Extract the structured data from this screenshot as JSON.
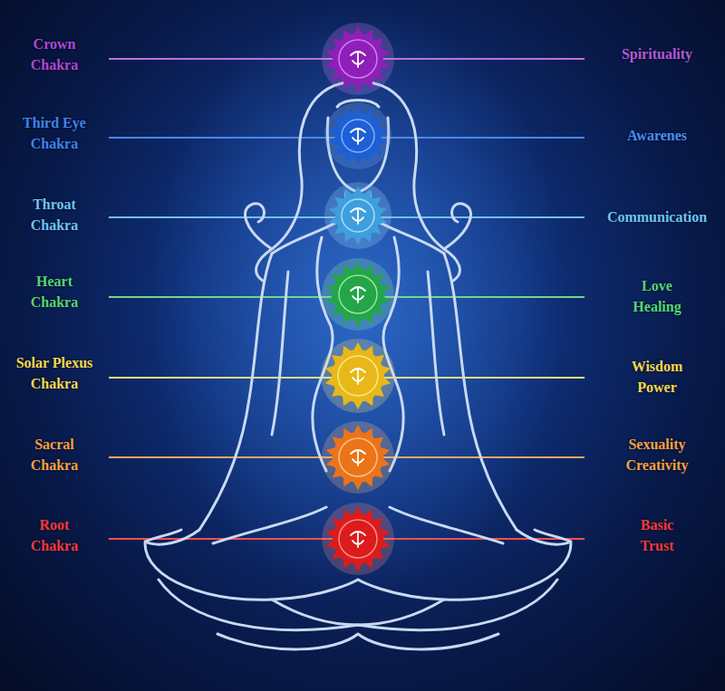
{
  "diagram": {
    "labels": [
      "Crown Chakra",
      "Spirituality",
      "Third Eye Chakra",
      "Awarenes",
      "Throat Chakra",
      "Communication",
      "Heart Chakra",
      "Love Healing",
      "Solar Plexus Chakra",
      "Wisdom Power",
      "Sacral Chakra",
      "Sexuality Creativity",
      "Root Chakra",
      "Basic Trust"
    ]
  }
}
